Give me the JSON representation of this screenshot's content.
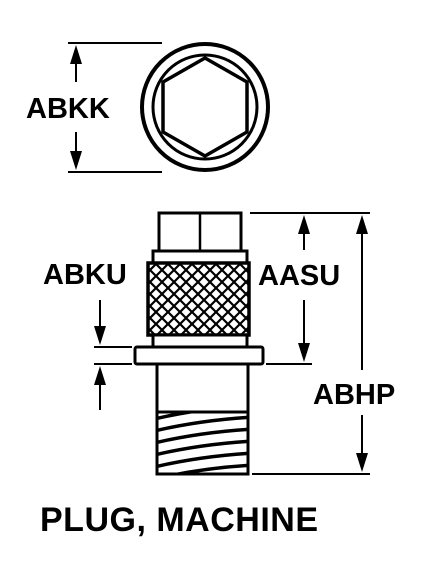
{
  "title": "PLUG, MACHINE",
  "dimensions": {
    "hex_width": "ABKK",
    "flange_thickness": "ABKU",
    "head_height": "AASU",
    "overall_length": "ABHP"
  },
  "colors": {
    "ink": "#000000",
    "paper": "#ffffff"
  }
}
